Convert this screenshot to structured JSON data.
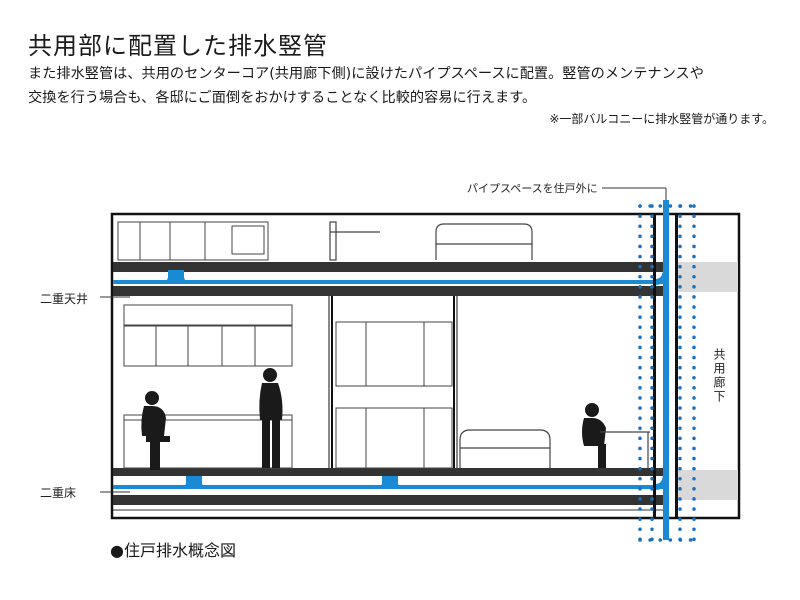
{
  "heading": {
    "title": "共用部に配置した排水竪管",
    "body_line1": "また排水竪管は、共用のセンターコア(共用廊下側)に設けたパイプスペースに配置。竪管のメンテナンスや",
    "body_line2": "交換を行う場合も、各邸にご面倒をおかけすることなく比較的容易に行えます。",
    "note": "※一部バルコニーに排水竪管が通ります。"
  },
  "diagram": {
    "label_pipe_space": "パイプスペースを住戸外に",
    "label_double_ceiling": "二重天井",
    "label_double_floor": "二重床",
    "label_corridor": "共用廊下",
    "caption": "●住戸排水概念図"
  },
  "colors": {
    "pipe_blue": "#1a8ad4",
    "slab_dark": "#333333",
    "outline": "#111111",
    "corridor_gray": "#d9d9d9"
  }
}
